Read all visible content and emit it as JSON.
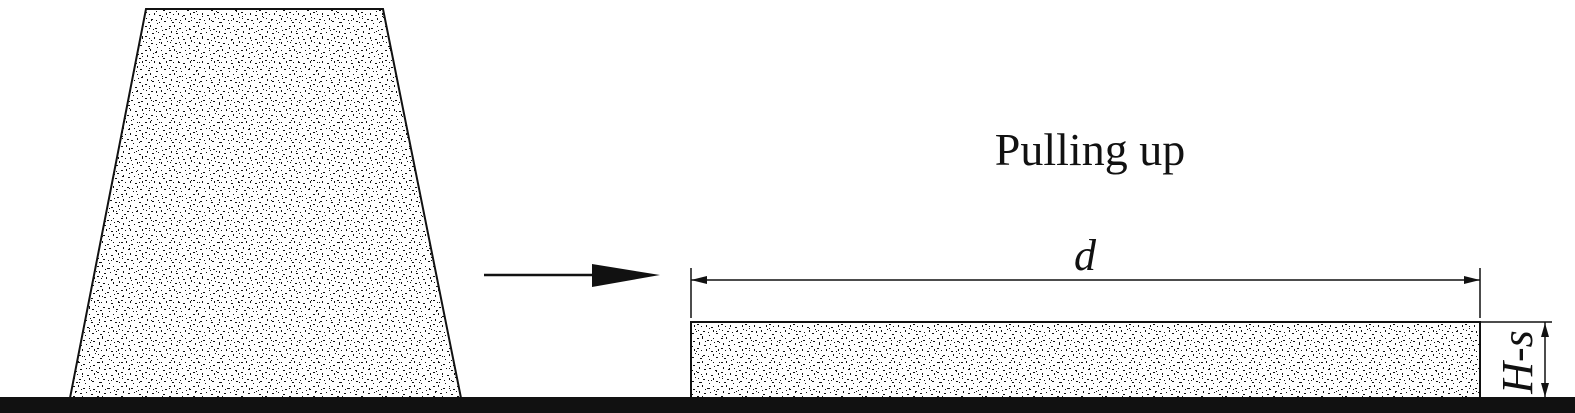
{
  "labels": {
    "action": "Pulling up",
    "width": "d",
    "height": "H-s"
  },
  "colors": {
    "ink": "#111111",
    "ground": "#111111",
    "background": "#ffffff"
  }
}
